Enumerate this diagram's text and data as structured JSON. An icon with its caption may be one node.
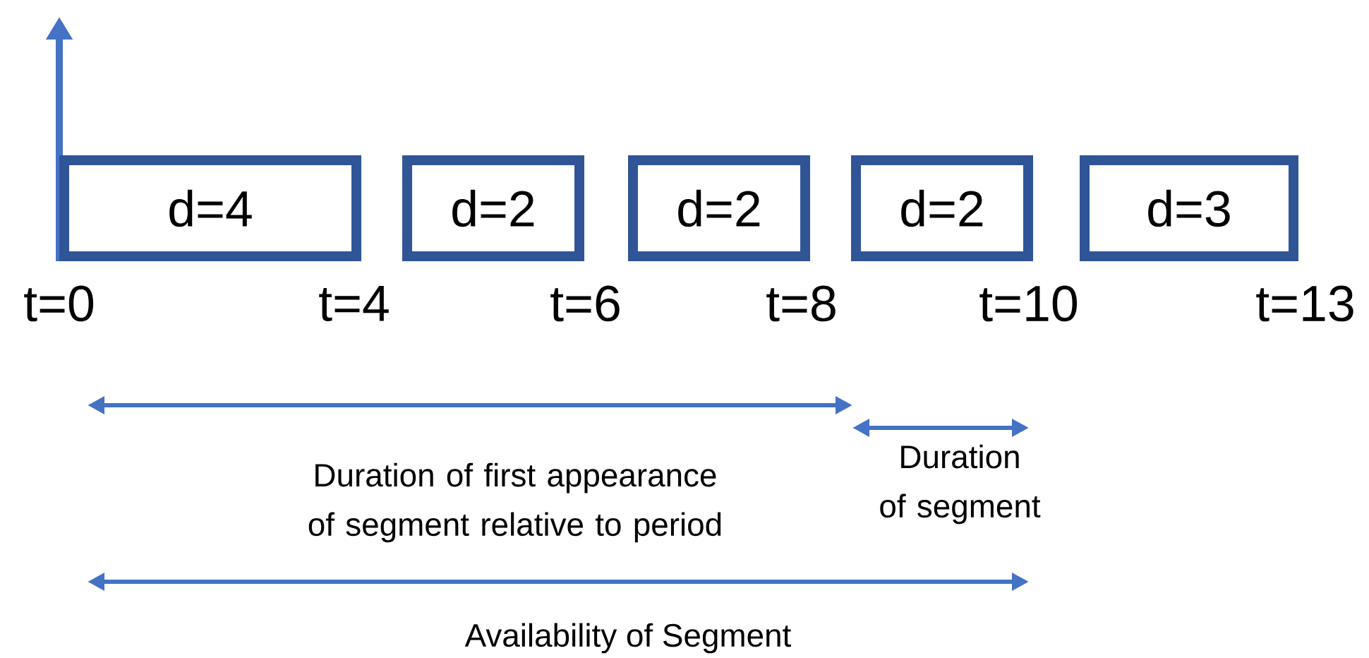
{
  "diagram": {
    "nodes": [
      {
        "text": [
          "d=4"
        ]
      },
      {
        "text": [
          "d=2"
        ]
      },
      {
        "text": [
          "d=2"
        ]
      },
      {
        "text": [
          "d=2"
        ]
      },
      {
        "text": [
          "d=3"
        ]
      }
    ],
    "labels": [
      "t=0",
      "t=4",
      "t=6",
      "t=8",
      "t=10",
      "t=13",
      "Duration of first appearance of segment relative to period",
      "Duration of segment",
      "Availability of Segment"
    ]
  }
}
